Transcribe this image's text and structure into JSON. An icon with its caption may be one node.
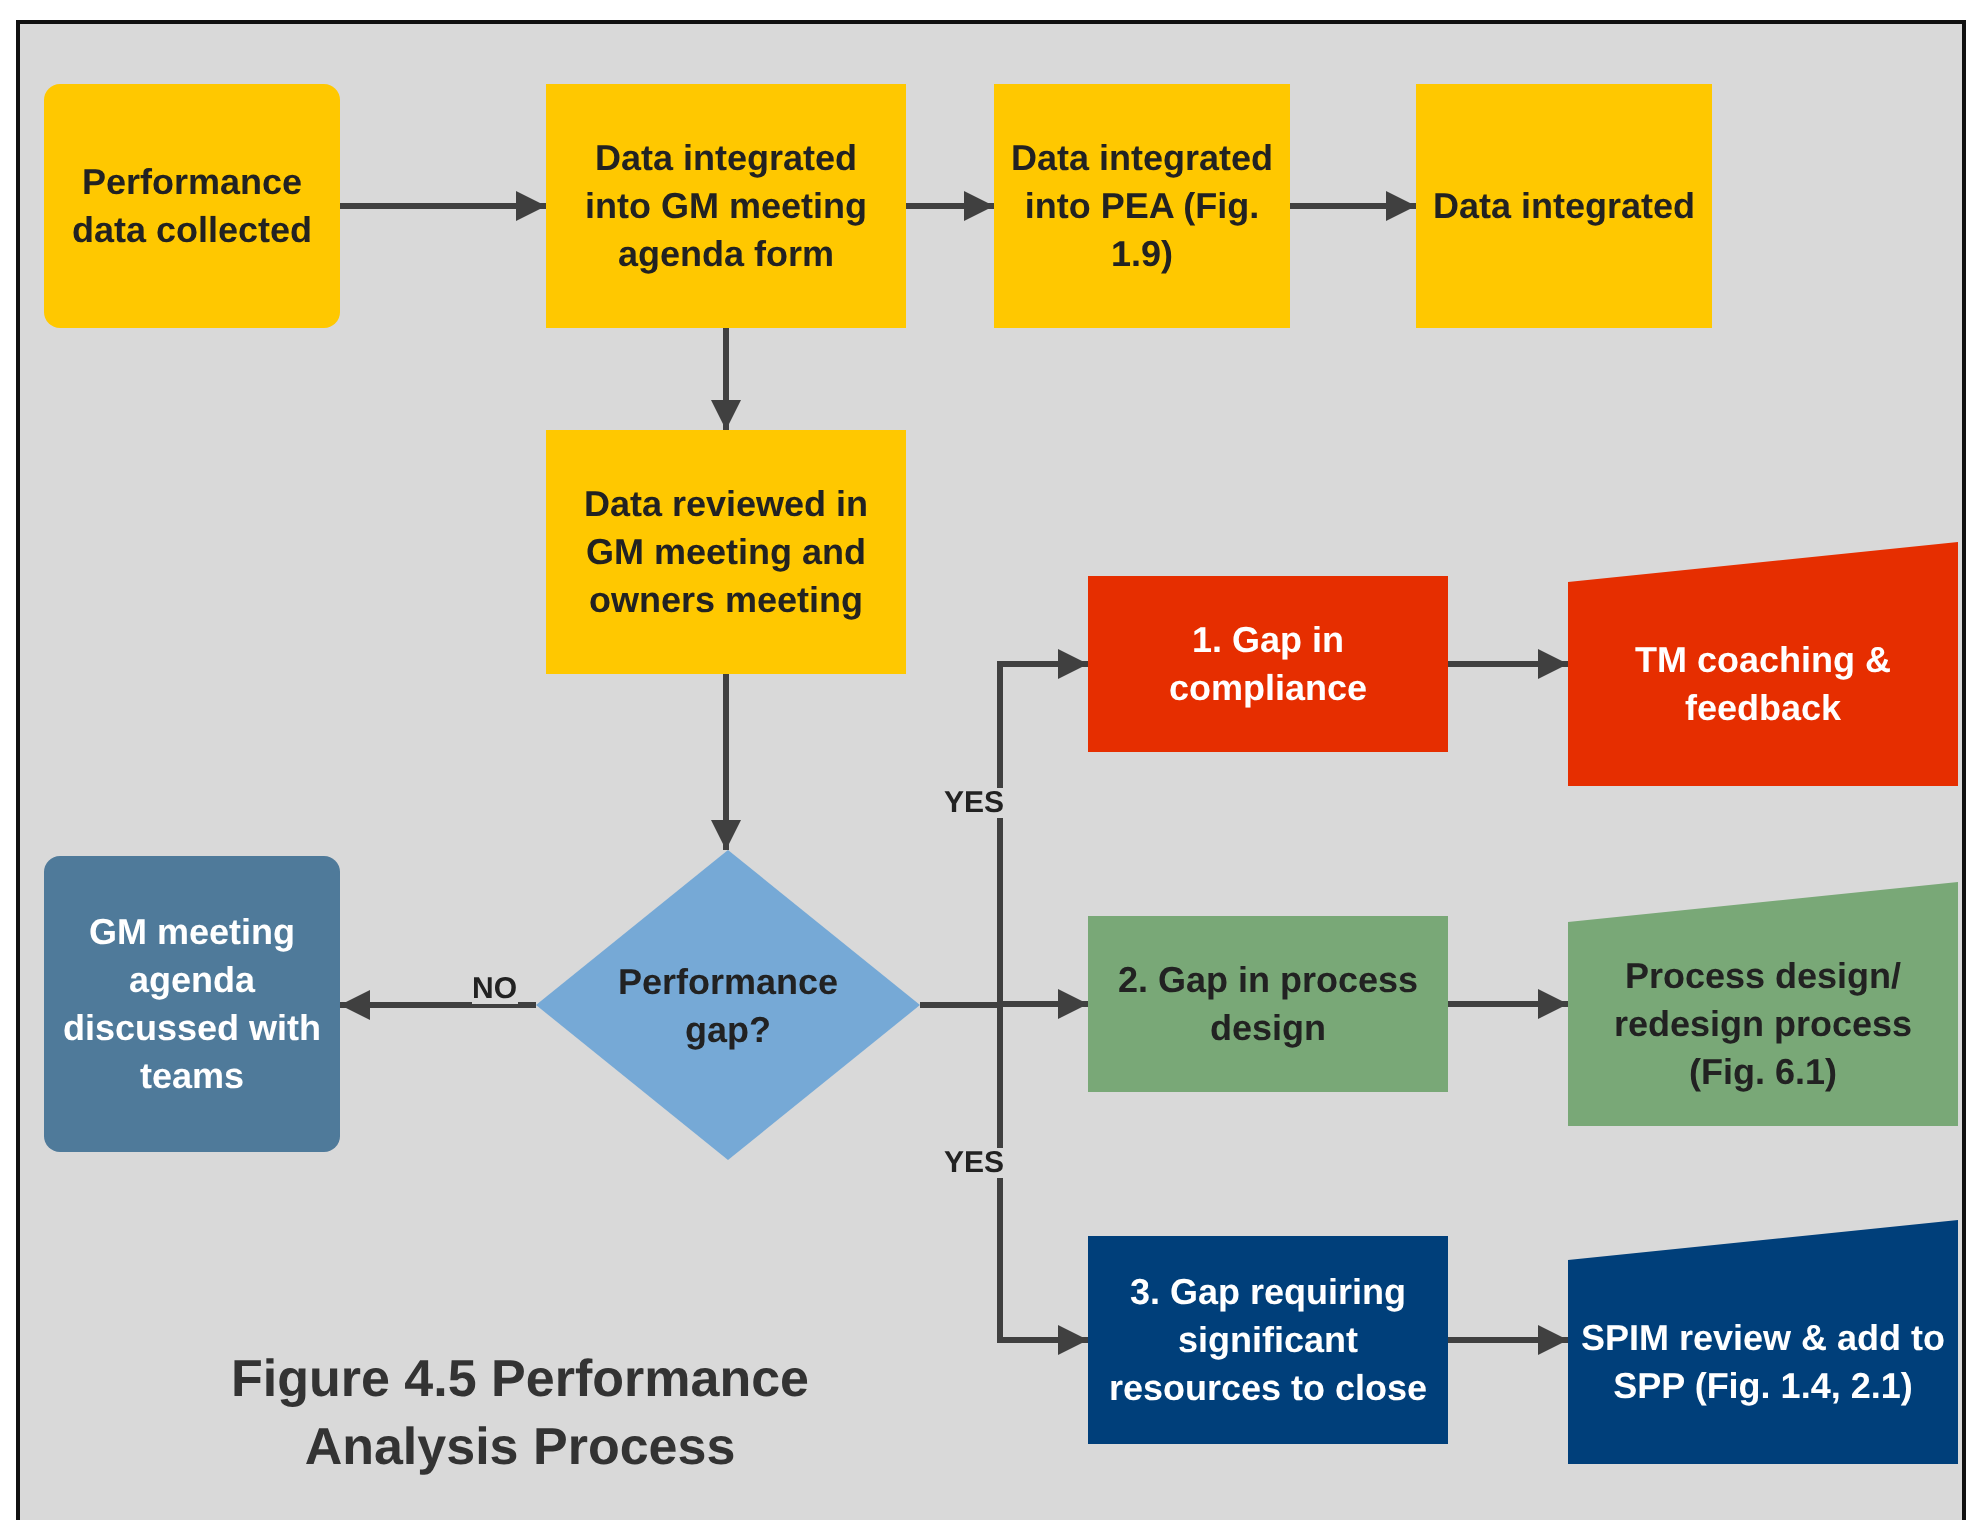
{
  "diagram": {
    "title": "Figure 4.5 Performance Analysis Process",
    "nodes": [
      {
        "text": [
          "Performance data collected"
        ]
      },
      {
        "text": [
          "Data integrated into GM meeting agenda form"
        ]
      },
      {
        "text": [
          "Data integrated into PEA (Fig. 1.9)"
        ]
      },
      {
        "text": [
          "Data integrated"
        ]
      },
      {
        "text": [
          "Data reviewed in GM meeting and owners meeting"
        ]
      },
      {
        "text": [
          "GM meeting agenda discussed with teams"
        ]
      },
      {
        "text": [
          "Performance gap?"
        ]
      },
      {
        "text": [
          "1. Gap in compliance"
        ]
      },
      {
        "text": [
          "TM coaching & feedback"
        ]
      },
      {
        "text": [
          "2. Gap in process design"
        ]
      },
      {
        "text": [
          "Process design/ redesign process (Fig. 6.1)"
        ]
      },
      {
        "text": [
          "3. Gap requiring significant resources to close"
        ]
      },
      {
        "text": [
          "SPIM review & add to SPP (Fig. 1.4, 2.1)"
        ]
      }
    ],
    "edges": [
      {
        "from": 0,
        "to": 1,
        "arrow": "to"
      },
      {
        "from": 1,
        "to": 2,
        "arrow": "to"
      },
      {
        "from": 2,
        "to": 3,
        "arrow": "to"
      },
      {
        "from": 1,
        "to": 4,
        "arrow": "to"
      },
      {
        "from": 4,
        "to": 6,
        "arrow": "to"
      },
      {
        "from": 6,
        "to": 5,
        "arrow": "to",
        "label": "NO"
      },
      {
        "from": 6,
        "to": 7,
        "arrow": "to",
        "label": "YES"
      },
      {
        "from": 6,
        "to": 9,
        "arrow": "to"
      },
      {
        "from": 6,
        "to": 11,
        "arrow": "to",
        "label": "YES"
      },
      {
        "from": 7,
        "to": 8,
        "arrow": "to"
      },
      {
        "from": 9,
        "to": 10,
        "arrow": "to"
      },
      {
        "from": 11,
        "to": 12,
        "arrow": "to"
      }
    ]
  }
}
